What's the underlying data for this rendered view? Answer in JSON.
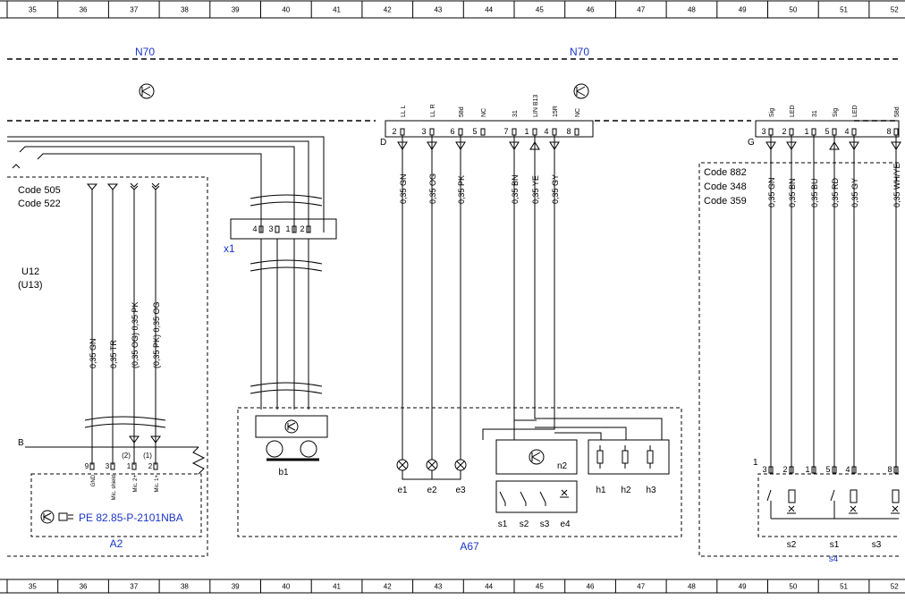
{
  "ruler": {
    "top": [
      "35",
      "36",
      "37",
      "38",
      "39",
      "40",
      "41",
      "42",
      "43",
      "44",
      "45",
      "46",
      "47",
      "48",
      "49",
      "50",
      "51",
      "52"
    ],
    "bottom": [
      "35",
      "36",
      "37",
      "38",
      "39",
      "40",
      "41",
      "42",
      "43",
      "44",
      "45",
      "46",
      "47",
      "48",
      "49",
      "50",
      "51",
      "52"
    ]
  },
  "units": {
    "n70_left": "N70",
    "n70_right": "N70",
    "a2": "A2",
    "a67": "A67",
    "s4": "s4",
    "u12": "U12",
    "u13": "(U13)"
  },
  "codes_left": [
    "Code 505",
    "Code 522"
  ],
  "codes_right": [
    "Code 882",
    "Code 348",
    "Code 359"
  ],
  "connectors": {
    "d": "D",
    "g": "G",
    "b": "B",
    "x1": "x1",
    "pin1_right": "1"
  },
  "d_pins": [
    {
      "num": "2",
      "label": "LL L",
      "wire": "0,35 GN"
    },
    {
      "num": "3",
      "label": "LL R",
      "wire": "0,35 OG"
    },
    {
      "num": "6",
      "label": "58d",
      "wire": "0,35 PK"
    },
    {
      "num": "5",
      "label": "NC",
      "wire": ""
    },
    {
      "num": "7",
      "label": "31",
      "wire": "0,35 BN"
    },
    {
      "num": "1",
      "label": "LIN B13",
      "wire": "0,35 YE"
    },
    {
      "num": "4",
      "label": "15R",
      "wire": "0,35 GY"
    },
    {
      "num": "8",
      "label": "NC",
      "wire": ""
    }
  ],
  "g_pins": [
    {
      "num": "3",
      "label": "Sig",
      "wire": "0,35 GN"
    },
    {
      "num": "2",
      "label": "LED",
      "wire": "0,35 BN"
    },
    {
      "num": "1",
      "label": "31",
      "wire": "0,35 BU"
    },
    {
      "num": "5",
      "label": "Sig",
      "wire": "0,35 RD"
    },
    {
      "num": "4",
      "label": "LED",
      "wire": "0,35 GY"
    },
    {
      "num": "8",
      "label": "58d",
      "wire": "0,35 WH/YE"
    }
  ],
  "s4_pins": [
    "3",
    "2",
    "1",
    "5",
    "4",
    "8"
  ],
  "x1_pins": [
    "4",
    "3",
    "1",
    "2"
  ],
  "a2_wires": [
    "0,35 GN",
    "0,35 TR",
    "(0,35 OG) 0,35 PK",
    "(0,35 PK) 0,35 OG"
  ],
  "a2_pins": [
    {
      "num": "9",
      "alt": "",
      "label": "GND"
    },
    {
      "num": "3",
      "alt": "",
      "label": "Mic. shield"
    },
    {
      "num": "1",
      "alt": "(2)",
      "label": "Mic. 2+"
    },
    {
      "num": "2",
      "alt": "(1)",
      "label": "Mic. 1+"
    }
  ],
  "pe_ref": "PE 82.85-P-2101NBA",
  "components": {
    "b1": "b1",
    "e": [
      "e1",
      "e2",
      "e3"
    ],
    "n2": "n2",
    "h": [
      "h1",
      "h2",
      "h3"
    ],
    "s": [
      "s1",
      "s2",
      "s3",
      "e4"
    ],
    "s4_labels": [
      "s2",
      "s1",
      "s3"
    ]
  }
}
